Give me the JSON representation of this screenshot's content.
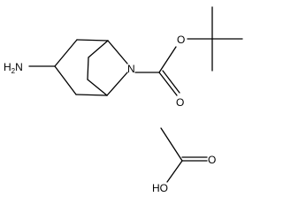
{
  "molecules": [
    {
      "atoms": {
        "amine_group": "H2N",
        "bridge_nitrogen": "N",
        "carbamate_ether_oxygen": "O",
        "carbamate_carbonyl_oxygen": "O"
      }
    },
    {
      "atoms": {
        "acid_carbonyl_oxygen": "O",
        "acid_hydroxyl": "HO"
      }
    }
  ],
  "colors": {
    "bond": "#000000",
    "text": "#000000",
    "background": "#ffffff"
  }
}
